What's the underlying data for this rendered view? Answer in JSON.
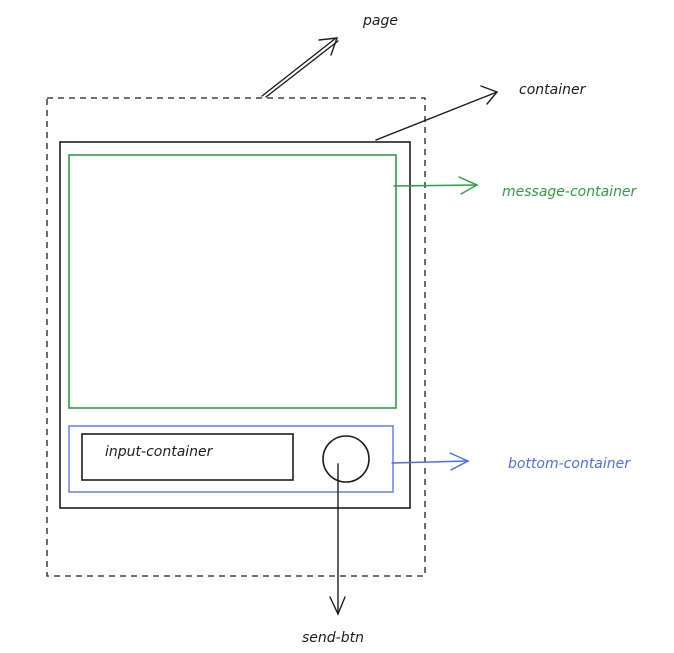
{
  "labels": {
    "page": "page",
    "container": "container",
    "message_container": "message-container",
    "bottom_container": "bottom-container",
    "input_container": "input-container",
    "send_btn": "send-btn"
  },
  "colors": {
    "ink": "#1e1e1e",
    "message_container": "#2f9e44",
    "bottom_container": "#4c6ef5"
  }
}
